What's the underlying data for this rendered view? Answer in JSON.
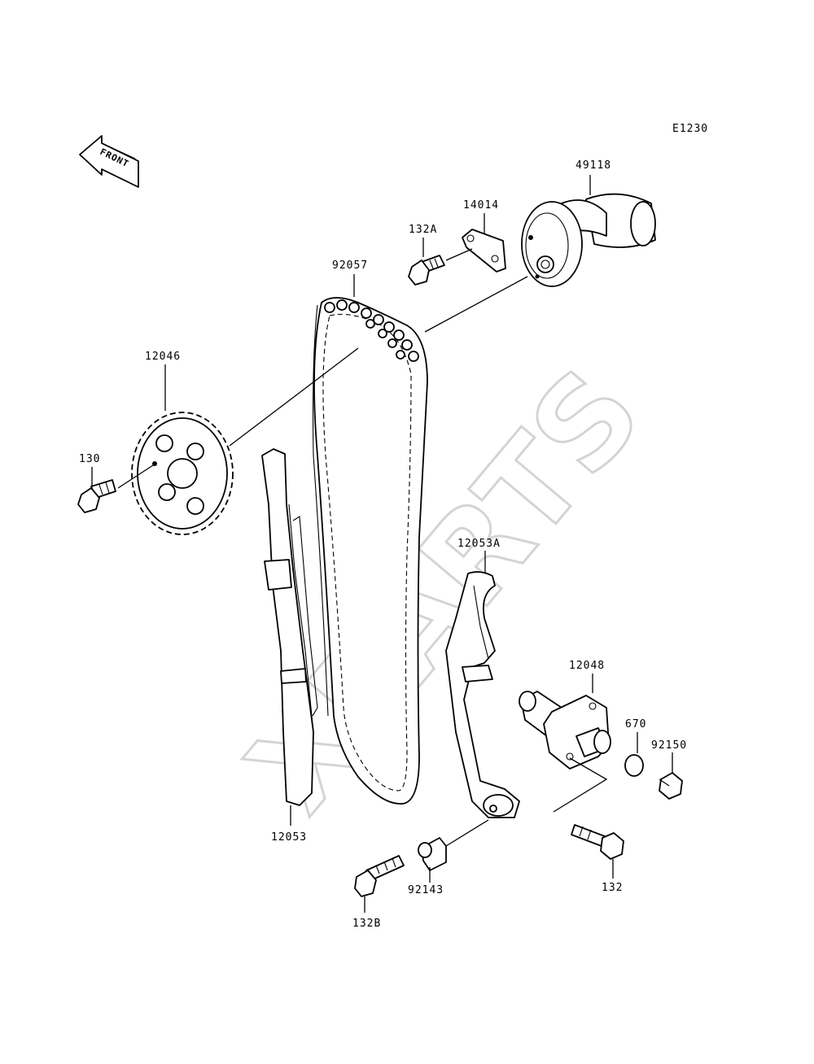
{
  "diagram_code": "E1230",
  "front_label": "FRONT",
  "watermark": "XPARTS",
  "parts": [
    {
      "id": "49118"
    },
    {
      "id": "14014"
    },
    {
      "id": "132A"
    },
    {
      "id": "92057"
    },
    {
      "id": "12046"
    },
    {
      "id": "130"
    },
    {
      "id": "12053A"
    },
    {
      "id": "12048"
    },
    {
      "id": "670"
    },
    {
      "id": "92150"
    },
    {
      "id": "12053"
    },
    {
      "id": "92143"
    },
    {
      "id": "132B"
    },
    {
      "id": "132"
    }
  ],
  "colors": {
    "line": "#000000",
    "watermark": "#d4d4d4",
    "background": "#ffffff"
  }
}
